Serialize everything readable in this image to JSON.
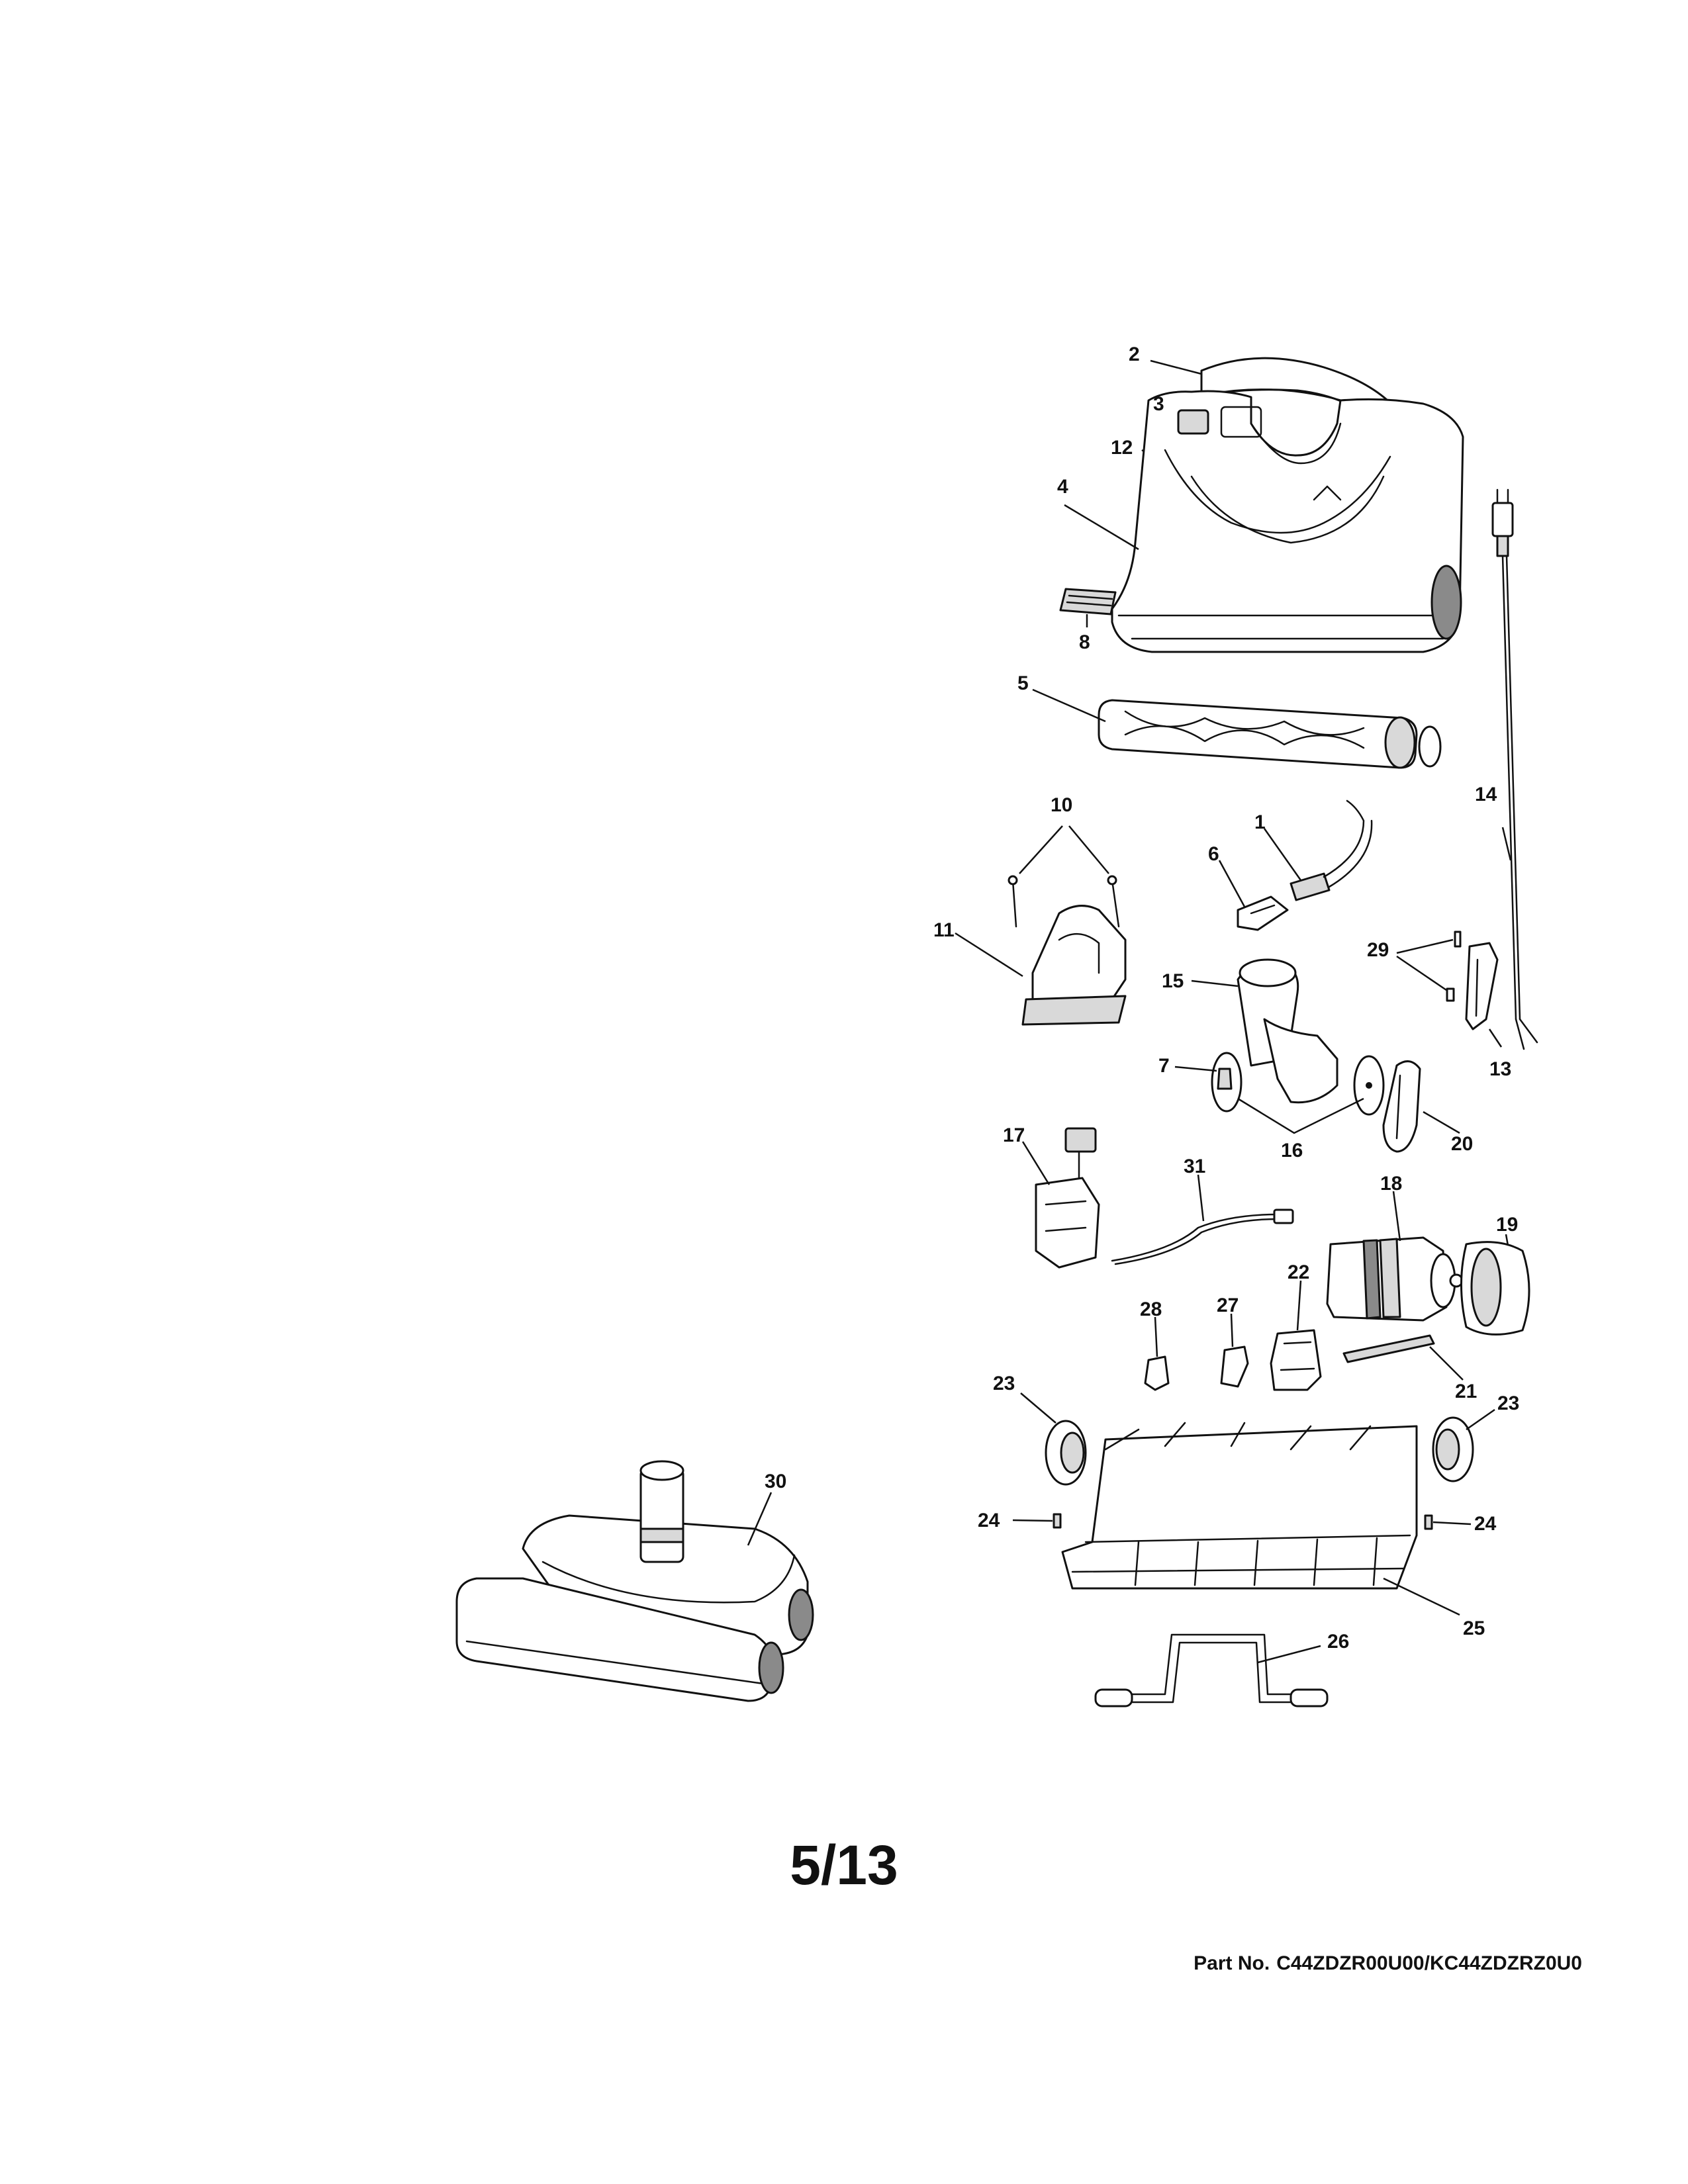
{
  "diagram": {
    "callouts": [
      "1",
      "2",
      "3",
      "4",
      "5",
      "6",
      "7",
      "8",
      "10",
      "11",
      "12",
      "13",
      "14",
      "15",
      "16",
      "17",
      "18",
      "19",
      "20",
      "21",
      "22",
      "23",
      "24",
      "25",
      "26",
      "27",
      "28",
      "29",
      "30",
      "31"
    ]
  },
  "footer": {
    "page_number": "5/13",
    "part_no_label": "Part No.",
    "part_no_value": "C44ZDZR00U00/KC44ZDZRZ0U0"
  }
}
